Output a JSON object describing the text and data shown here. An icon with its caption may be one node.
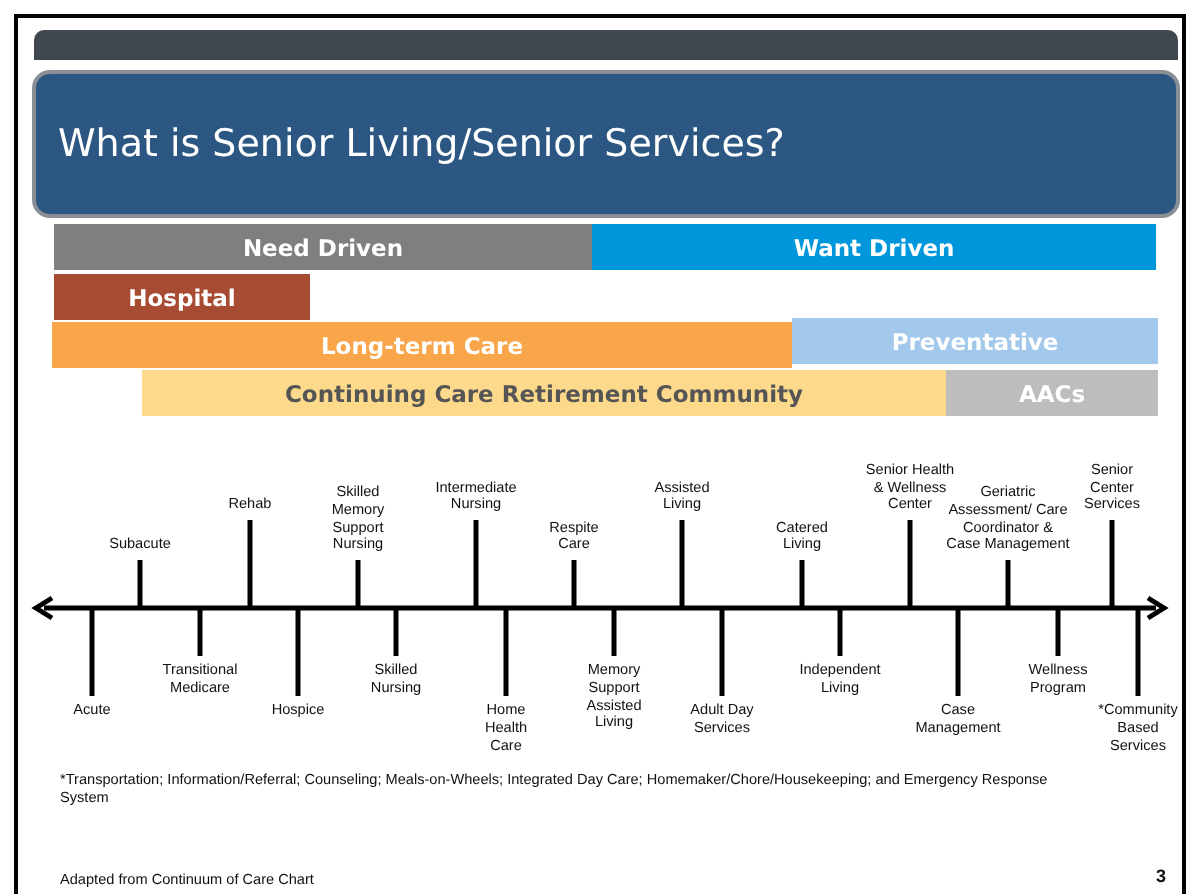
{
  "diagram": {
    "title": "What is Senior Living/Senior Services?",
    "nodes": [
      {
        "text": [
          "Need Driven"
        ]
      },
      {
        "text": [
          "Want Driven"
        ]
      },
      {
        "text": [
          "Hospital"
        ]
      },
      {
        "text": [
          "Long-term Care"
        ]
      },
      {
        "text": [
          "Preventative"
        ]
      },
      {
        "text": [
          "Continuing Care Retirement Community"
        ]
      },
      {
        "text": [
          "AACs"
        ]
      }
    ],
    "labels": [
      "Acute",
      "Subacute",
      "Transitional Medicare",
      "Rehab",
      "Hospice",
      "Skilled Memory Support Nursing",
      "Skilled Nursing",
      "Intermediate Nursing",
      "Home Health Care",
      "Respite Care",
      "Memory Support Assisted Living",
      "Assisted Living",
      "Adult Day Services",
      "Catered Living",
      "Independent Living",
      "Senior Health & Wellness Center",
      "Case Management",
      "Geriatric Assessment/ Care Coordinator & Case Management",
      "Wellness Program",
      "Senior Center Services",
      "*Community Based Services",
      "*Transportation; Information/Referral; Counseling; Meals-on-Wheels; Integrated Day Care; Homemaker/Chore/Housekeeping; and Emergency Response System",
      "Adapted from Continuum of Care Chart",
      "3"
    ]
  }
}
